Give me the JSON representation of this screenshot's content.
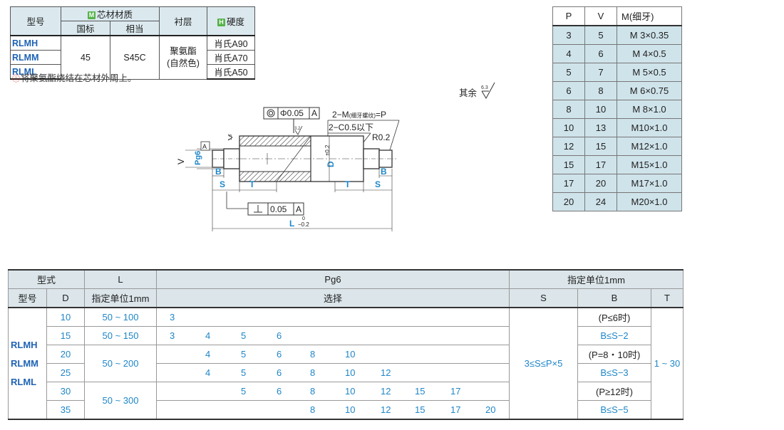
{
  "material_table": {
    "headers": {
      "model": "型号",
      "core_material": "芯材材质",
      "core_tag": "M",
      "standard": "国标",
      "equivalent": "相当",
      "lining": "衬层",
      "hardness": "硬度",
      "hardness_tag": "H"
    },
    "models": [
      "RLMH",
      "RLMM",
      "RLML"
    ],
    "standard_value": "45",
    "equivalent_value": "S45C",
    "lining_value_1": "聚氨酯",
    "lining_value_2": "(自然色)",
    "hardness_values": [
      "肖氏A90",
      "肖氏A70",
      "肖氏A50"
    ]
  },
  "note": {
    "icon": "warning-icon",
    "text": "将聚氨酯烧结在芯材外周上。"
  },
  "drawing": {
    "roughness_label": "其余",
    "roughness_value": "6.3",
    "concentricity_value": "Φ0.05",
    "datum": "A",
    "perpendicularity_value": "0.05",
    "thread_label": "2−M",
    "thread_note": "(细牙螺纹)",
    "thread_eq": "=P",
    "chamfer_label": "2−C0.5以下",
    "radius_label": "R0.2",
    "dim_V": "V",
    "dim_Pg6": "Pg6",
    "dim_D": "D",
    "dim_D_tol": "±0.2",
    "dim_B": "B",
    "dim_S": "S",
    "dim_T": "T",
    "dim_L": "L",
    "dim_L_tol_upper": "0",
    "dim_L_tol_lower": "−0.2",
    "rough_small_1": "3.2",
    "rough_small_2": "1.6"
  },
  "thread_table": {
    "headers": [
      "P",
      "V",
      "M(细牙)"
    ],
    "rows": [
      [
        "3",
        "5",
        "M 3×0.35"
      ],
      [
        "4",
        "6",
        "M 4×0.5"
      ],
      [
        "5",
        "7",
        "M 5×0.5"
      ],
      [
        "6",
        "8",
        "M 6×0.75"
      ],
      [
        "8",
        "10",
        "M 8×1.0"
      ],
      [
        "10",
        "13",
        "M10×1.0"
      ],
      [
        "12",
        "15",
        "M12×1.0"
      ],
      [
        "15",
        "17",
        "M15×1.0"
      ],
      [
        "17",
        "20",
        "M17×1.0"
      ],
      [
        "20",
        "24",
        "M20×1.0"
      ]
    ]
  },
  "main_table": {
    "header_row1": {
      "type": "型式",
      "L": "L",
      "pg6": "Pg6",
      "unit": "指定单位1mm"
    },
    "header_row2": {
      "model": "型号",
      "D": "D",
      "L_unit": "指定单位1mm",
      "select": "选择",
      "S": "S",
      "B": "B",
      "T": "T"
    },
    "models": [
      "RLMH",
      "RLMM",
      "RLML"
    ],
    "D_values": [
      "10",
      "15",
      "20",
      "25",
      "30",
      "35"
    ],
    "L_values": [
      "50 ~ 100",
      "50 ~ 150",
      "50 ~ 200",
      "50 ~ 300"
    ],
    "pg6_rows": [
      [
        "3",
        "",
        "",
        "",
        "",
        "",
        "",
        "",
        "",
        ""
      ],
      [
        "3",
        "4",
        "5",
        "6",
        "",
        "",
        "",
        "",
        "",
        ""
      ],
      [
        "",
        "4",
        "5",
        "6",
        "8",
        "10",
        "",
        "",
        "",
        ""
      ],
      [
        "",
        "4",
        "5",
        "6",
        "8",
        "10",
        "12",
        "",
        "",
        ""
      ],
      [
        "",
        "",
        "5",
        "6",
        "8",
        "10",
        "12",
        "15",
        "17",
        ""
      ],
      [
        "",
        "",
        "",
        "",
        "8",
        "10",
        "12",
        "15",
        "17",
        "20"
      ]
    ],
    "S_value": "3≤S≤P×5",
    "B_rows": [
      "(P≤6时)",
      "B≤S−2",
      "(P=8・10时)",
      "B≤S−3",
      "(P≥12时)",
      "B≤S−5"
    ],
    "T_value": "1 ~ 30"
  }
}
